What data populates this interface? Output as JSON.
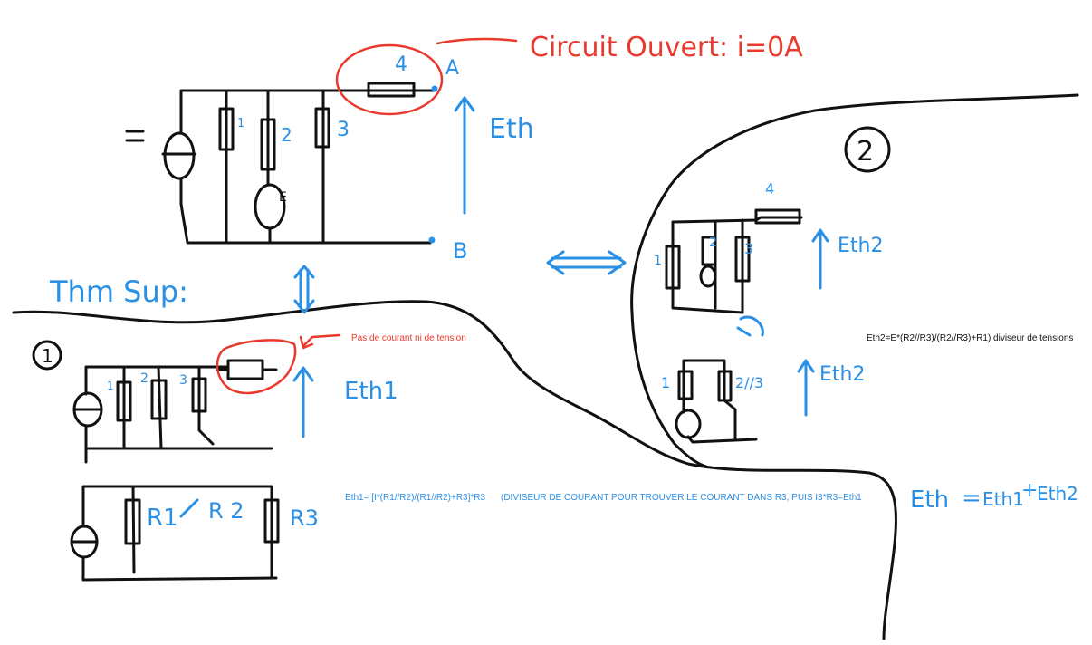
{
  "labels": {
    "open_circuit": "Circuit Ouvert: i=0A",
    "node_a": "A",
    "node_b": "B",
    "eth": "Eth",
    "eth1": "Eth1",
    "eth2_top": "Eth2",
    "eth2_bottom": "Eth2",
    "th_sup": "Thm Sup:",
    "current_source": "I",
    "voltage_source": "E",
    "r1": "1",
    "r2": "2",
    "r3": "3",
    "r4": "4",
    "c1_r1": "1",
    "c1_r2": "2",
    "c1_r3": "3",
    "c2_r1": "1",
    "c2_r2": "2",
    "c2_r3": "3",
    "c2_r4": "4",
    "c3_r1": "1",
    "c3_r23": "2//3",
    "bottom_r1": "R1",
    "bottom_r2": "R 2",
    "bottom_r3": "R3",
    "case1": "1",
    "case2": "2",
    "sum_eth": "Eth",
    "sum_eth1": "Eth1",
    "sum_eth2": "Eth2",
    "equals": "=",
    "plus": "+"
  },
  "notes": {
    "no_current": "Pas de courant ni de tension",
    "eth2_formula": "Eth2=E*(R2//R3)/(R2//R3)+R1) diviseur de tensions",
    "eth1_formula": "Eth1= [I*(R1//R2)/(R1//R2)+R3]*R3",
    "eth1_explanation": "(DIVISEUR DE COURANT POUR TROUVER LE COURANT DANS R3, PUIS I3*R3=Eth1"
  },
  "colors": {
    "blue": "#2a90e6",
    "red": "#e8392c",
    "black": "#111111"
  }
}
